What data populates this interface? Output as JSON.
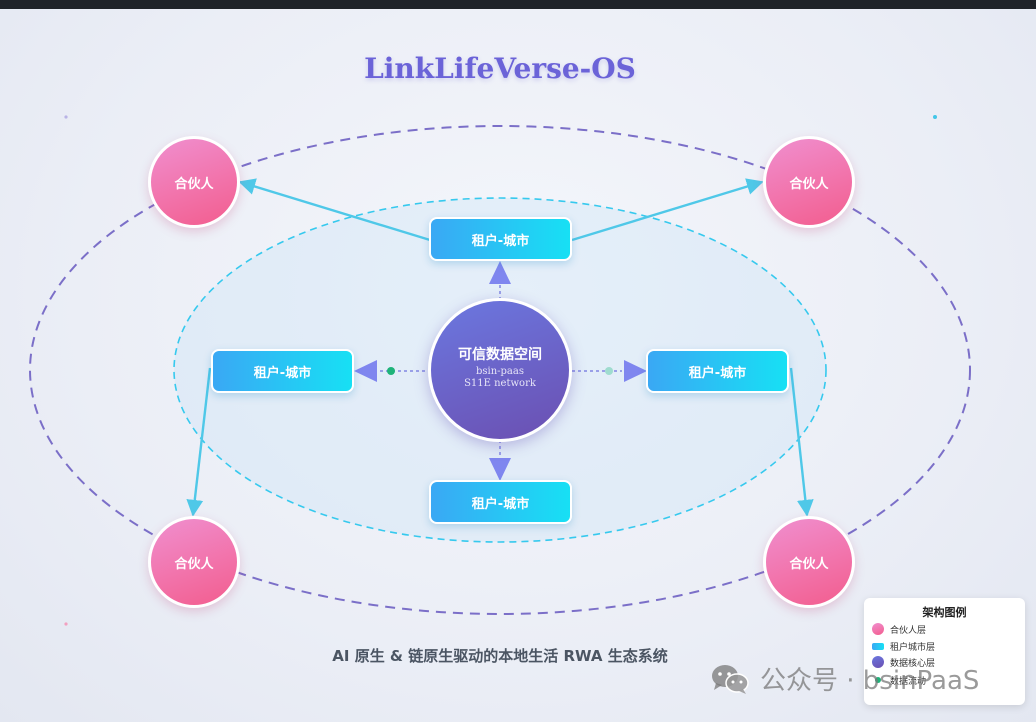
{
  "title": "LinkLifeVerse-OS",
  "partners": [
    {
      "label": "合伙人"
    },
    {
      "label": "合伙人"
    },
    {
      "label": "合伙人"
    },
    {
      "label": "合伙人"
    }
  ],
  "tenants": [
    {
      "label": "租户-城市"
    },
    {
      "label": "租户-城市"
    },
    {
      "label": "租户-城市"
    },
    {
      "label": "租户-城市"
    }
  ],
  "core": {
    "title": "可信数据空间",
    "line1": "bsin-paas",
    "line2": "S11E network"
  },
  "subtitle": "AI 原生 & 链原生驱动的本地生活 RWA 生态系统",
  "legend": {
    "title": "架构图例",
    "items": [
      {
        "label": "合伙人层"
      },
      {
        "label": "租户城市层"
      },
      {
        "label": "数据核心层"
      },
      {
        "label": "数据流动"
      }
    ]
  },
  "watermark": {
    "text": "公众号 · bsinPaaS"
  },
  "colors": {
    "title": "#6b63d8",
    "partner_from": "#f08fcf",
    "partner_to": "#f35d8e",
    "tenant_from": "#3aa8f4",
    "tenant_to": "#17e0f4",
    "core_from": "#6b78e0",
    "core_to": "#6b4fb1",
    "outer_ring": "#7b6fc8",
    "inner_ring": "#36c9ee",
    "connector": "#4fc8e8",
    "arrow_triangle": "#7f86ef",
    "data_dot": "#1fb37a"
  }
}
